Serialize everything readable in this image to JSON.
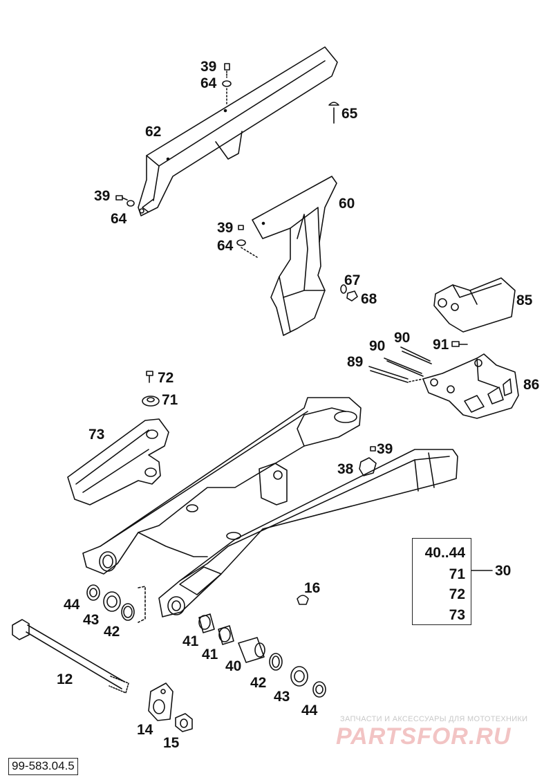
{
  "labels": {
    "l39a": "39",
    "l64a": "64",
    "l65": "65",
    "l62": "62",
    "l39b": "39",
    "l64b": "64",
    "l60": "60",
    "l39c": "39",
    "l64c": "64",
    "l67": "67",
    "l68": "68",
    "l85": "85",
    "l90a": "90",
    "l90b": "90",
    "l91": "91",
    "l89": "89",
    "l86": "86",
    "l72": "72",
    "l71": "71",
    "l73": "73",
    "l39d": "39",
    "l38": "38",
    "l30": "30",
    "l16": "16",
    "l44a": "44",
    "l43a": "43",
    "l42a": "42",
    "l41a": "41",
    "l41b": "41",
    "l40": "40",
    "l42b": "42",
    "l43b": "43",
    "l44b": "44",
    "l12": "12",
    "l14": "14",
    "l15": "15"
  },
  "kit_box": {
    "line1": "40..44",
    "line2": "71",
    "line3": "72",
    "line4": "73"
  },
  "drawing_number": "99-583.04.5",
  "watermark": {
    "caption": "ЗАПЧАСТИ И АКСЕССУАРЫ ДЛЯ МОТОТЕХНИКИ",
    "brand": "PARTSFOR.RU"
  }
}
